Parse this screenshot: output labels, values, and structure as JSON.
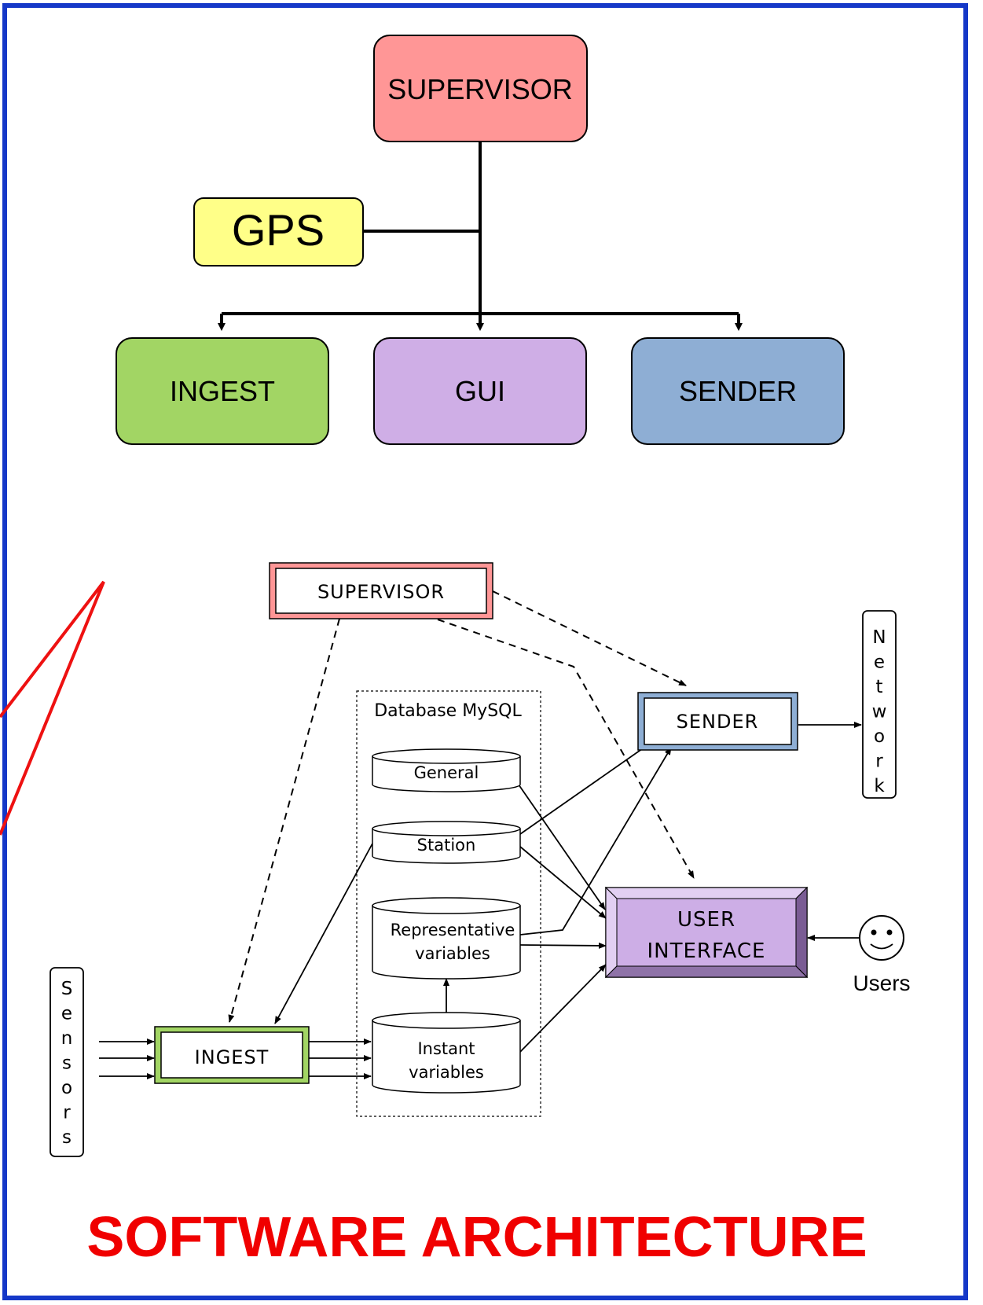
{
  "colors": {
    "border": "#1538c8",
    "title": "#f00000",
    "supervisor_fill": "#ff9696",
    "gps_fill": "#ffff88",
    "ingest_fill": "#a2d564",
    "gui_fill": "#cfaee6",
    "sender_fill": "#8eaed4",
    "ui_fill": "#cdaee6",
    "callout": "#ee1111"
  },
  "top_diagram": {
    "supervisor": "SUPERVISOR",
    "gps": "GPS",
    "ingest": "INGEST",
    "gui": "GUI",
    "sender": "SENDER"
  },
  "detail_diagram": {
    "supervisor": "SUPERVISOR",
    "sender": "SENDER",
    "network_letters": [
      "N",
      "e",
      "t",
      "w",
      "o",
      "r",
      "k"
    ],
    "database_label": "Database MySQL",
    "db_general": "General",
    "db_station": "Station",
    "db_representative_1": "Representative",
    "db_representative_2": "variables",
    "db_instant_1": "Instant",
    "db_instant_2": "variables",
    "user_interface_1": "USER",
    "user_interface_2": "INTERFACE",
    "users_label": "Users",
    "sensors_letters": [
      "S",
      "e",
      "n",
      "s",
      "o",
      "r",
      "s"
    ],
    "ingest": "INGEST"
  },
  "footer_title": "SOFTWARE ARCHITECTURE"
}
